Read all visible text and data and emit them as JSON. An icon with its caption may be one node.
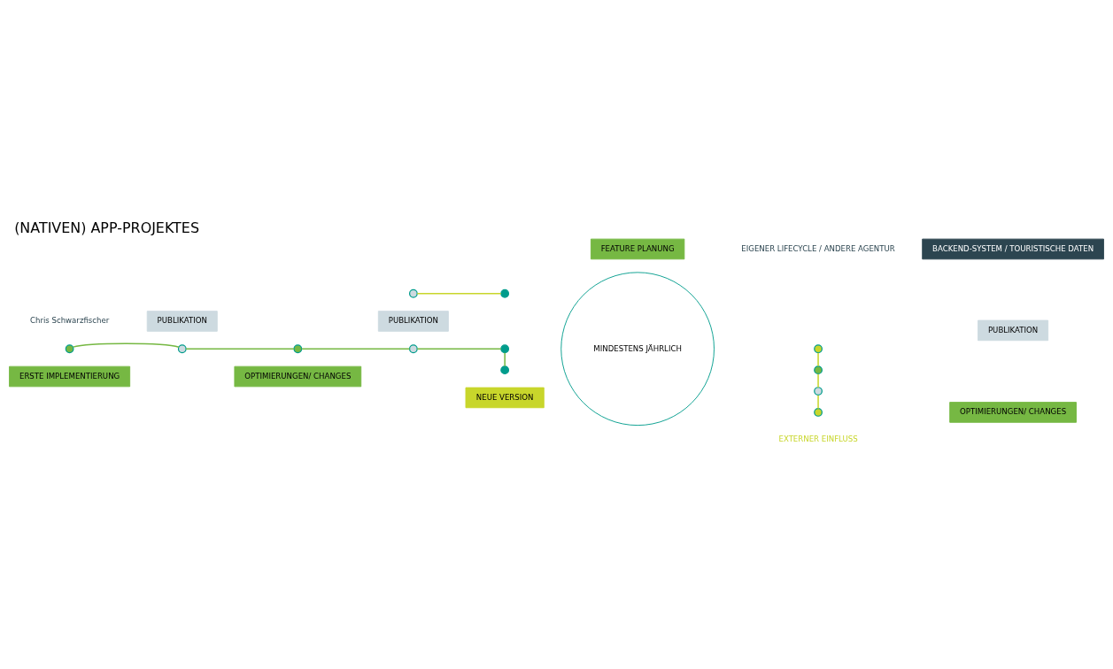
{
  "diagram": {
    "title": "(NATIVEN) APP-PROJEKTES",
    "nodes": [
      {
        "text": [
          "ERSTE IMPLEMENTIERUNG"
        ]
      },
      {
        "text": [
          "OPTIMIERUNGEN/ CHANGES"
        ]
      },
      {
        "text": [
          "NEUE VERSION"
        ]
      },
      {
        "text": [
          "EXTERNER EINFLUSS"
        ]
      },
      {
        "text": [],
        "shape": "circle"
      },
      {
        "text": [],
        "shape": "circle"
      },
      {
        "text": [
          "OPTIMIERUNGEN/ CHANGES"
        ]
      },
      {
        "text": [],
        "shape": "circle"
      },
      {
        "text": [
          "MINDESTENS JÄHRLICH"
        ]
      },
      {
        "text": [],
        "shape": "circle"
      },
      {
        "text": [],
        "shape": "circle"
      },
      {
        "text": [],
        "shape": "circle"
      },
      {
        "text": [],
        "shape": "circle"
      },
      {
        "text": [],
        "shape": "circle"
      },
      {
        "text": [
          "PUBLIKATION"
        ]
      },
      {
        "text": [
          "PUBLIKATION"
        ]
      },
      {
        "text": [
          "PUBLIKATION"
        ]
      },
      {
        "text": [],
        "shape": "circle"
      },
      {
        "text": [],
        "shape": "circle"
      },
      {
        "text": [],
        "shape": "circle"
      },
      {
        "text": [
          "FEATURE PLANUNG"
        ]
      },
      {
        "text": [],
        "shape": "circle"
      },
      {
        "text": [
          "EIGENER LIFECYCLE / ANDERE AGENTUR"
        ]
      },
      {
        "text": [
          "BACKEND-SYSTEM / TOURISTISCHE DATEN"
        ]
      }
    ],
    "edges": [
      {
        "from": 9,
        "to": 10,
        "arrow": "none"
      },
      {
        "from": 10,
        "to": 11,
        "arrow": "none"
      },
      {
        "from": 11,
        "to": 12,
        "arrow": "none"
      },
      {
        "from": 12,
        "to": 13,
        "arrow": "none"
      },
      {
        "from": 13,
        "to": 4,
        "arrow": "none"
      },
      {
        "from": 5,
        "to": 7,
        "arrow": "none",
        "color": "#c8d62b"
      },
      {
        "from": 7,
        "to": 17,
        "arrow": "none",
        "color": "#c8d62b"
      },
      {
        "from": 17,
        "to": 21,
        "arrow": "none",
        "color": "#c8d62b"
      },
      {
        "from": 18,
        "to": 19,
        "arrow": "none",
        "color": "#c8d62b"
      }
    ],
    "labels": [
      "Chris Schwarzfischer"
    ]
  }
}
